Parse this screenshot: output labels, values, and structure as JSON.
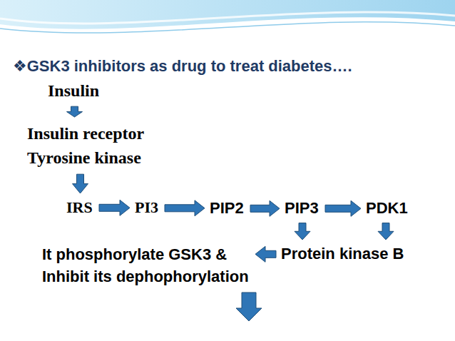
{
  "diagram": {
    "title": "❖GSK3 inhibitors as drug to treat diabetes….",
    "nodes": [
      {
        "text": [
          "Insulin"
        ]
      },
      {
        "text": [
          "Insulin receptor Tyrosine kinase"
        ]
      },
      {
        "text": [
          "IRS"
        ]
      },
      {
        "text": [
          "PI3"
        ]
      },
      {
        "text": [
          "PIP2"
        ]
      },
      {
        "text": [
          "PIP3"
        ]
      },
      {
        "text": [
          "PDK1"
        ]
      },
      {
        "text": [
          "Protein kinase B"
        ]
      },
      {
        "text": [
          "It phosphorylate GSK3 & Inhibit its dephophorylation"
        ]
      }
    ],
    "edges": [
      {
        "from": 0,
        "to": 1,
        "arrow": "to"
      },
      {
        "from": 1,
        "to": 2,
        "arrow": "to"
      },
      {
        "from": 2,
        "to": 3,
        "arrow": "to"
      },
      {
        "from": 3,
        "to": 4,
        "arrow": "to"
      },
      {
        "from": 4,
        "to": 5,
        "arrow": "to"
      },
      {
        "from": 5,
        "to": 6,
        "arrow": "to"
      },
      {
        "from": 5,
        "to": 7,
        "arrow": "to"
      },
      {
        "from": 6,
        "to": 7,
        "arrow": "to"
      },
      {
        "from": 7,
        "to": 8,
        "arrow": "to"
      }
    ]
  }
}
